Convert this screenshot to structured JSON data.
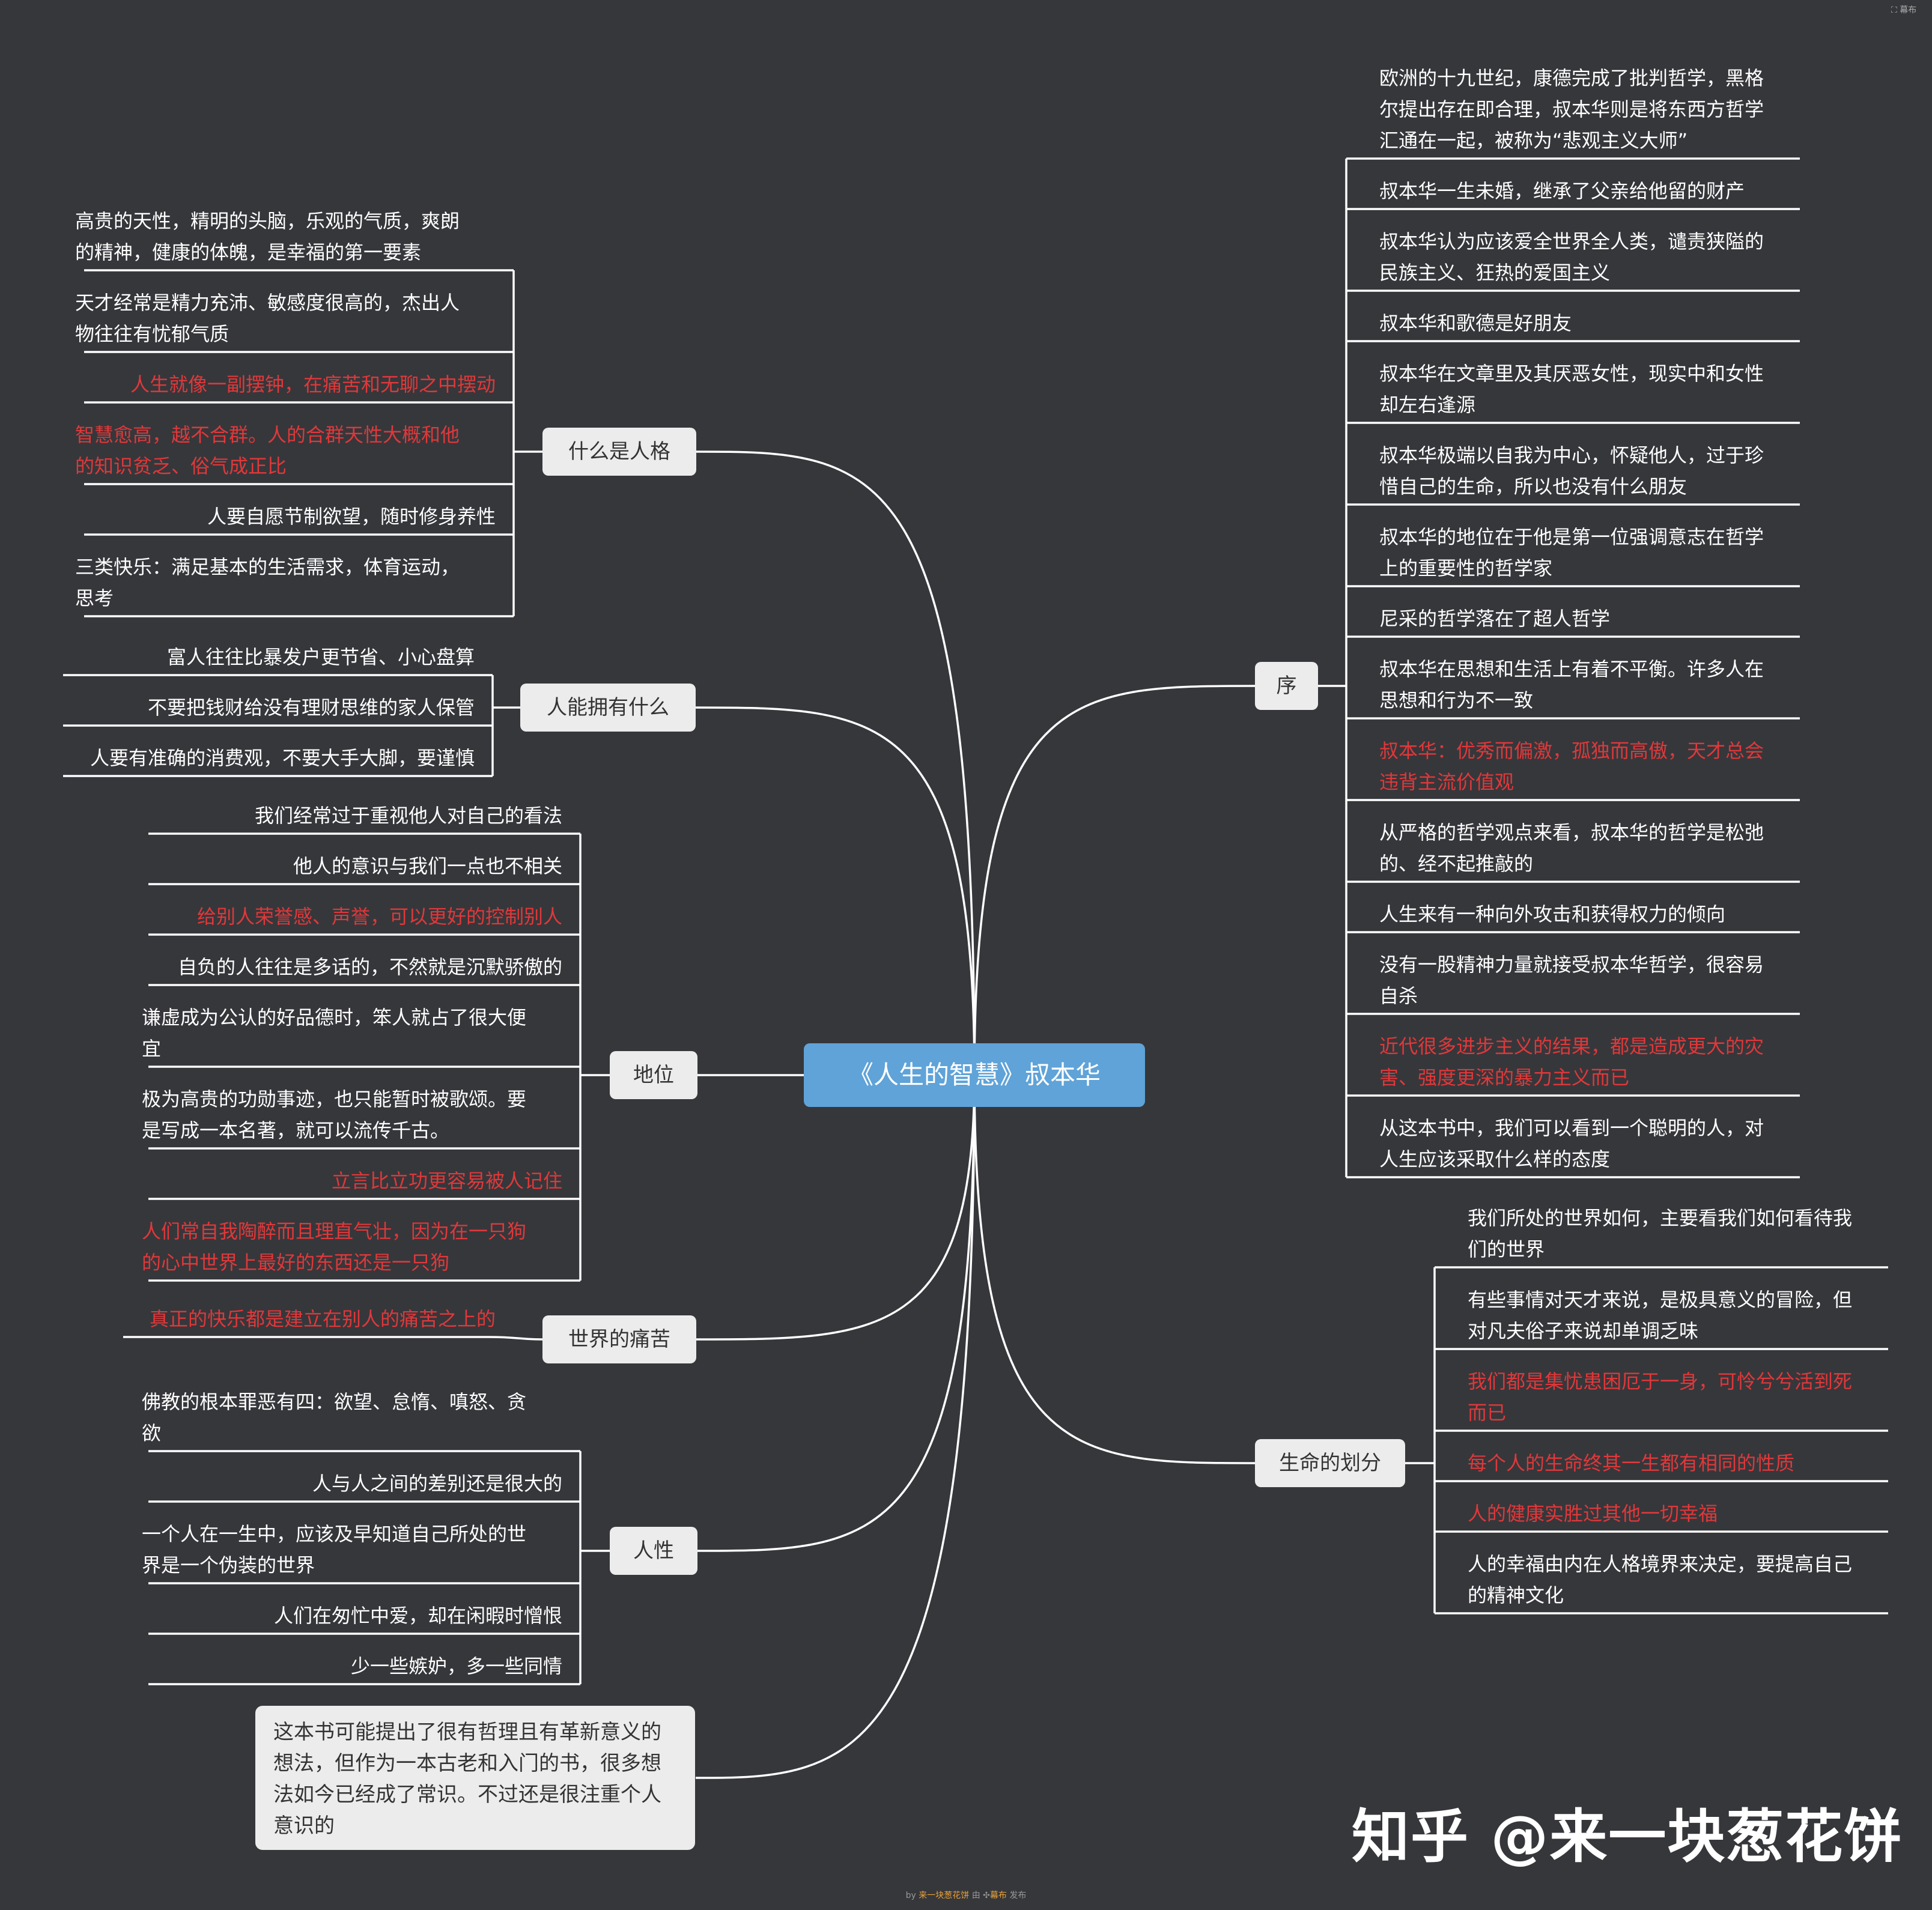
{
  "center": "《人生的智慧》叔本华",
  "branches": [
    {
      "name": "什么是人格",
      "items": [
        {
          "text": "高贵的天性，精明的头脑，乐观的气质，爽朗\n的精神，健康的体魄，是幸福的第一要素",
          "red": false
        },
        {
          "text": "天才经常是精力充沛、敏感度很高的，杰出人\n物往往有忧郁气质",
          "red": false
        },
        {
          "text": "人生就像一副摆钟，在痛苦和无聊之中摆动",
          "red": true
        },
        {
          "text": "智慧愈高，越不合群。人的合群天性大概和他\n的知识贫乏、俗气成正比",
          "red": true
        },
        {
          "text": "人要自愿节制欲望，随时修身养性",
          "red": false
        },
        {
          "text": "三类快乐：满足基本的生活需求，体育运动，\n思考",
          "red": false
        }
      ]
    },
    {
      "name": "人能拥有什么",
      "items": [
        {
          "text": "富人往往比暴发户更节省、小心盘算",
          "red": false
        },
        {
          "text": "不要把钱财给没有理财思维的家人保管",
          "red": false
        },
        {
          "text": "人要有准确的消费观，不要大手大脚，要谨慎",
          "red": false
        }
      ]
    },
    {
      "name": "地位",
      "items": [
        {
          "text": "我们经常过于重视他人对自己的看法",
          "red": false
        },
        {
          "text": "他人的意识与我们一点也不相关",
          "red": false
        },
        {
          "text": "给别人荣誉感、声誉，可以更好的控制别人",
          "red": true
        },
        {
          "text": "自负的人往往是多话的，不然就是沉默骄傲的",
          "red": false
        },
        {
          "text": "谦虚成为公认的好品德时，笨人就占了很大便\n宜",
          "red": false
        },
        {
          "text": "极为高贵的功勋事迹，也只能暂时被歌颂。要\n是写成一本名著，就可以流传千古。",
          "red": false
        },
        {
          "text": "立言比立功更容易被人记住",
          "red": true
        },
        {
          "text": "人们常自我陶醉而且理直气壮，因为在一只狗\n的心中世界上最好的东西还是一只狗",
          "red": true
        }
      ]
    },
    {
      "name": "世界的痛苦",
      "items": [
        {
          "text": "真正的快乐都是建立在别人的痛苦之上的",
          "red": true
        }
      ]
    },
    {
      "name": "人性",
      "items": [
        {
          "text": "佛教的根本罪恶有四：欲望、怠惰、嗔怒、贪\n欲",
          "red": false
        },
        {
          "text": "人与人之间的差别还是很大的",
          "red": false
        },
        {
          "text": "一个人在一生中，应该及早知道自己所处的世\n界是一个伪装的世界",
          "red": false
        },
        {
          "text": "人们在匆忙中爱，却在闲暇时憎恨",
          "red": false
        },
        {
          "text": "少一些嫉妒，多一些同情",
          "red": false
        }
      ]
    },
    {
      "name": "序",
      "items": [
        {
          "text": "欧洲的十九世纪，康德完成了批判哲学，黑格\n尔提出存在即合理，叔本华则是将东西方哲学\n汇通在一起，被称为“悲观主义大师”",
          "red": false
        },
        {
          "text": "叔本华一生未婚，继承了父亲给他留的财产",
          "red": false
        },
        {
          "text": "叔本华认为应该爱全世界全人类，谴责狭隘的\n民族主义、狂热的爱国主义",
          "red": false
        },
        {
          "text": "叔本华和歌德是好朋友",
          "red": false
        },
        {
          "text": "叔本华在文章里及其厌恶女性，现实中和女性\n却左右逢源",
          "red": false
        },
        {
          "text": "叔本华极端以自我为中心，怀疑他人，过于珍\n惜自己的生命，所以也没有什么朋友",
          "red": false
        },
        {
          "text": "叔本华的地位在于他是第一位强调意志在哲学\n上的重要性的哲学家",
          "red": false
        },
        {
          "text": "尼采的哲学落在了超人哲学",
          "red": false
        },
        {
          "text": "叔本华在思想和生活上有着不平衡。许多人在\n思想和行为不一致",
          "red": false
        },
        {
          "text": "叔本华：优秀而偏激，孤独而高傲，天才总会\n违背主流价值观",
          "red": true
        },
        {
          "text": "从严格的哲学观点来看，叔本华的哲学是松弛\n的、经不起推敲的",
          "red": false
        },
        {
          "text": "人生来有一种向外攻击和获得权力的倾向",
          "red": false
        },
        {
          "text": "没有一股精神力量就接受叔本华哲学，很容易\n自杀",
          "red": false
        },
        {
          "text": "近代很多进步主义的结果，都是造成更大的灾\n害、强度更深的暴力主义而已",
          "red": true
        },
        {
          "text": "从这本书中，我们可以看到一个聪明的人，对\n人生应该采取什么样的态度",
          "red": false
        }
      ]
    },
    {
      "name": "生命的划分",
      "items": [
        {
          "text": " 我们所处的世界如何，主要看我们如何看待我\n们的世界",
          "red": false
        },
        {
          "text": "有些事情对天才来说，是极具意义的冒险，但\n对凡夫俗子来说却单调乏味",
          "red": false
        },
        {
          "text": "我们都是集忧患困厄于一身，可怜兮兮活到死\n而已",
          "red": true
        },
        {
          "text": "每个人的生命终其一生都有相同的性质",
          "red": true
        },
        {
          "text": "人的健康实胜过其他一切幸福",
          "red": true
        },
        {
          "text": "人的幸福由内在人格境界来决定，要提高自己\n的精神文化",
          "red": false
        }
      ]
    }
  ],
  "note": "这本书可能提出了很有哲理且有革新意义的想法，但作为一本古老和入门的书，很多想法如今已经成了常识。不过还是很注重个人意识的",
  "watermark": "知乎 @来一块葱花饼",
  "footer": {
    "prefix": "by ",
    "author": "来一块葱花饼",
    "mid": " 由 ",
    "brand": "幕布",
    "suffix": " 发布"
  },
  "topright": "幕布",
  "colors": {
    "background": "#36373b",
    "center": "#5fa3d8",
    "topic": "#ececec",
    "red": "#e0383a",
    "line": "#ffffff"
  }
}
